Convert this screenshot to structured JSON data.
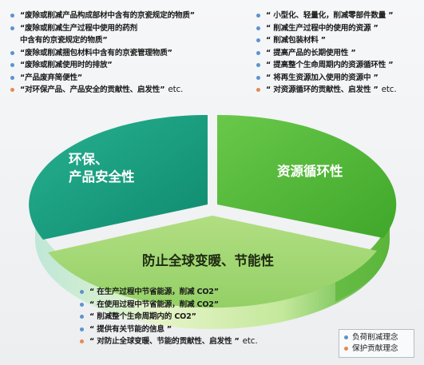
{
  "colors": {
    "reduce_load": "#5b93cf",
    "contribution": "#e58a52",
    "environment_segment": "#1fa386",
    "resource_segment": "#5cc13f",
    "energy_segment": "#9fd86c"
  },
  "segments": {
    "environment": "环保、\n产品安全性",
    "resource": "资源循环性",
    "energy": "防止全球变暖、节能性"
  },
  "left_list": [
    {
      "text": "“废除或削减产品构成部材中含有的京瓷规定的物质”",
      "kind": "reduce_load"
    },
    {
      "text": "“废除或削减生产过程中使用的药剂\n  中含有的京瓷规定的物质”",
      "kind": "reduce_load"
    },
    {
      "text": "“废除或削减捆包材料中含有的京瓷管理物质”",
      "kind": "reduce_load"
    },
    {
      "text": "“废除或削减使用时的排放”",
      "kind": "reduce_load"
    },
    {
      "text": "“产品废弃简便性”",
      "kind": "reduce_load"
    },
    {
      "text": "“对环保产品、产品安全的贡献性、启发性”",
      "kind": "contribution",
      "suffix": "etc."
    }
  ],
  "right_list": [
    {
      "text": "“ 小型化、轻量化，削减零部件数量 ”",
      "kind": "reduce_load"
    },
    {
      "text": "“ 削减生产过程中的使用的资源 ”",
      "kind": "reduce_load"
    },
    {
      "text": "“ 削减包装材料 ”",
      "kind": "reduce_load"
    },
    {
      "text": "“ 提高产品的长期使用性 ”",
      "kind": "reduce_load"
    },
    {
      "text": "“ 提高整个生命周期内的资源循环性 ”",
      "kind": "reduce_load"
    },
    {
      "text": "“ 将再生资源加入使用的资源中 ”",
      "kind": "reduce_load"
    },
    {
      "text": "“ 对资源循环的贡献性、启发性 ”",
      "kind": "contribution",
      "suffix": "etc."
    }
  ],
  "bottom_list": [
    {
      "text": "“ 在生产过程中节省能源，削减 CO2”",
      "kind": "reduce_load"
    },
    {
      "text": "“ 在使用过程中节省能源，削减 CO2”",
      "kind": "reduce_load"
    },
    {
      "text": "“ 削减整个生命周期内的 CO2”",
      "kind": "reduce_load"
    },
    {
      "text": "“ 提供有关节能的信息 ”",
      "kind": "reduce_load"
    },
    {
      "text": "“ 对防止全球变暖、节能的贡献性、启发性 ”",
      "kind": "contribution",
      "suffix": "etc."
    }
  ],
  "legend": {
    "reduce_load": "负荷削减理念",
    "contribution": "保护贡献理念"
  }
}
